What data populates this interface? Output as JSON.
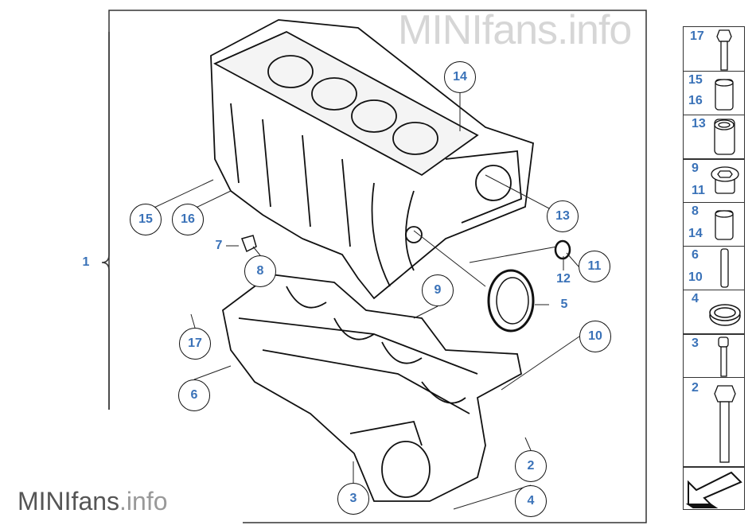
{
  "watermark_top": "MINIfans.info",
  "watermark_bottom": {
    "brand": "MINIfans",
    "suffix": ".info"
  },
  "main_label": "1",
  "callouts": [
    {
      "label": "14",
      "style": "circle"
    },
    {
      "label": "15",
      "style": "circle"
    },
    {
      "label": "16",
      "style": "circle"
    },
    {
      "label": "13",
      "style": "circle"
    },
    {
      "label": "11",
      "style": "circle"
    },
    {
      "label": "12",
      "style": "plain"
    },
    {
      "label": "7",
      "style": "plain"
    },
    {
      "label": "8",
      "style": "circle"
    },
    {
      "label": "9",
      "style": "circle"
    },
    {
      "label": "5",
      "style": "plain"
    },
    {
      "label": "10",
      "style": "circle"
    },
    {
      "label": "17",
      "style": "circle"
    },
    {
      "label": "6",
      "style": "circle"
    },
    {
      "label": "2",
      "style": "circle"
    },
    {
      "label": "4",
      "style": "circle"
    },
    {
      "label": "3",
      "style": "circle"
    }
  ],
  "sidebar": [
    {
      "labels": [
        "17"
      ],
      "icon": "hex-bolt-icon"
    },
    {
      "labels": [
        "15",
        "16"
      ],
      "icon": "dowel-sleeve-icon"
    },
    {
      "labels": [
        "13"
      ],
      "icon": "hollow-dowel-icon"
    },
    {
      "labels": [
        "9",
        "11"
      ],
      "icon": "screw-plug-icon"
    },
    {
      "labels": [
        "8",
        "14"
      ],
      "icon": "dowel-sleeve-icon"
    },
    {
      "labels": [
        "6",
        "10"
      ],
      "icon": "stud-bolt-icon"
    },
    {
      "labels": [
        "4"
      ],
      "icon": "seal-ring-icon"
    },
    {
      "labels": [
        "3"
      ],
      "icon": "socket-bolt-icon"
    },
    {
      "labels": [
        "2"
      ],
      "icon": "long-hex-bolt-icon"
    },
    {
      "labels": [],
      "icon": "arrow-back-icon"
    }
  ]
}
